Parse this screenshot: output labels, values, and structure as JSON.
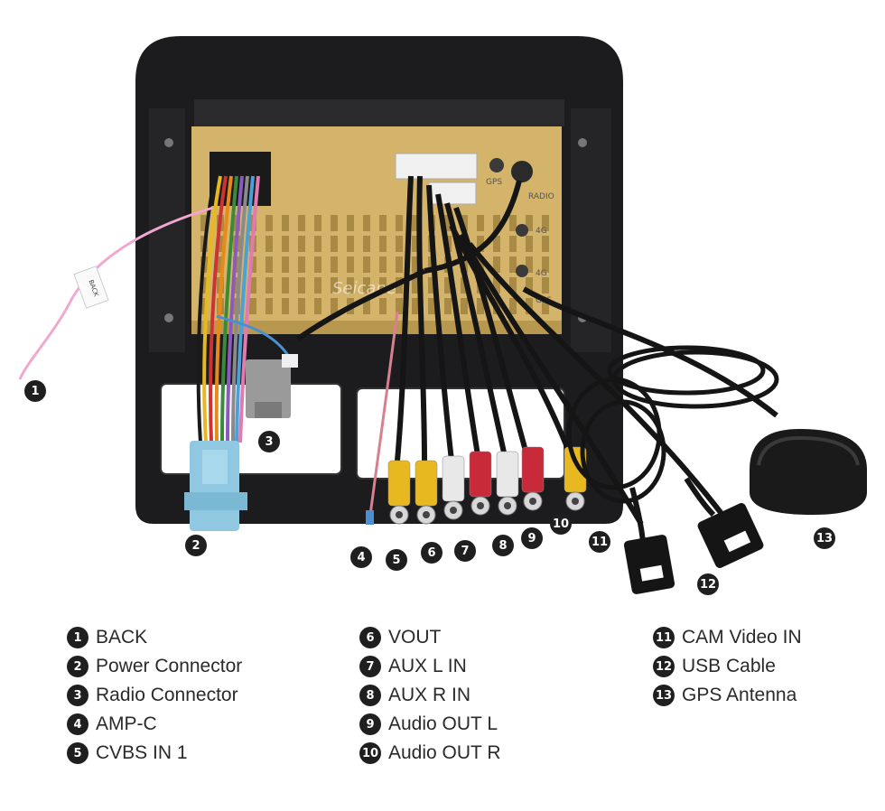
{
  "figure": {
    "watermark": "Seicane",
    "board_labels": {
      "gps": "GPS",
      "radio": "RADIO",
      "g4a": "4G",
      "g4b": "4G",
      "gps_port": "GPS"
    },
    "back_tag": "BACK",
    "colors": {
      "frame": "#1c1c1e",
      "board": "#d4b46a",
      "cable": "#151515",
      "rca_yellow": "#e8b820",
      "rca_red": "#c92a3a",
      "rca_white": "#e8e8e8",
      "power_plug": "#8fc8e0",
      "radio_plug": "#9a9a9a"
    }
  },
  "callouts": [
    {
      "num": "1",
      "label": "BACK"
    },
    {
      "num": "2",
      "label": "Power Connector"
    },
    {
      "num": "3",
      "label": "Radio Connector"
    },
    {
      "num": "4",
      "label": "AMP-C"
    },
    {
      "num": "5",
      "label": "CVBS IN 1"
    },
    {
      "num": "6",
      "label": "VOUT"
    },
    {
      "num": "7",
      "label": "AUX L IN"
    },
    {
      "num": "8",
      "label": "AUX R IN"
    },
    {
      "num": "9",
      "label": "Audio OUT L"
    },
    {
      "num": "10",
      "label": "Audio OUT R"
    },
    {
      "num": "11",
      "label": "CAM Video IN"
    },
    {
      "num": "12",
      "label": "USB Cable"
    },
    {
      "num": "13",
      "label": "GPS Antenna"
    }
  ]
}
